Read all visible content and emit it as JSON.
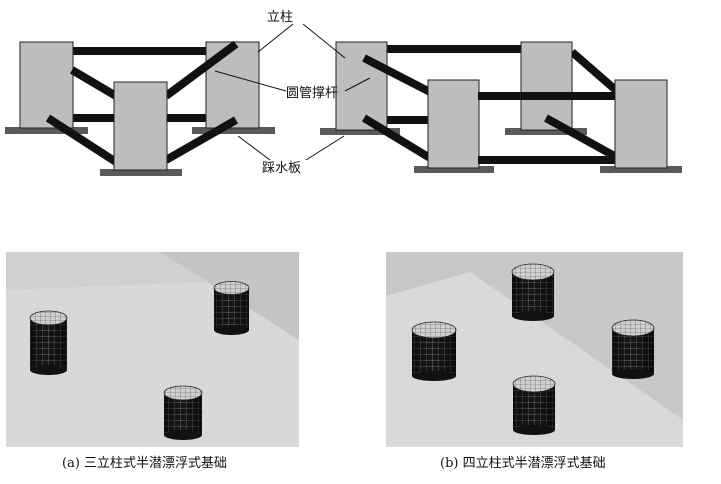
{
  "labels": {
    "column": "立柱",
    "brace": "圆管撑杆",
    "pontoon": "踩水板"
  },
  "captions": {
    "a": "(a) 三立柱式半潜漂浮式基础",
    "b": "(b) 四立柱式半潜漂浮式基础"
  },
  "colors": {
    "column": "#bdbdbd",
    "brace": "#111111",
    "plate": "#5a5a5a",
    "panel_light": "#d6d6d6",
    "panel_dark": "#c2c2c2"
  }
}
